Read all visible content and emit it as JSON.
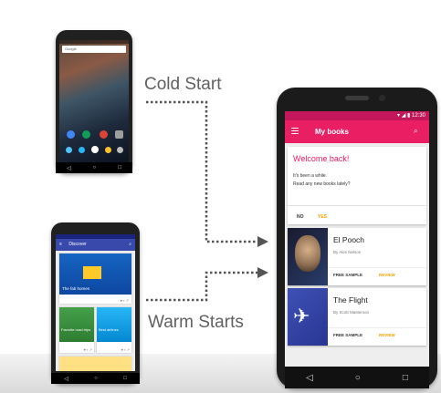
{
  "labels": {
    "cold_start": "Cold Start",
    "warm_starts": "Warm Starts"
  },
  "colors": {
    "accent_pink": "#e91e63",
    "dark_pink": "#c2185b",
    "action_yellow": "#f4a300",
    "discover_blue": "#3949ab",
    "label_gray": "#616161"
  },
  "phone_cold": {
    "search_placeholder": "Google",
    "icons": [
      "google-icon",
      "phone-icon",
      "apps-icon",
      "messages-icon",
      "chrome-icon",
      "camera-icon"
    ]
  },
  "phone_warm": {
    "title": "Discover",
    "cards": [
      {
        "title": "The fab homes"
      },
      {
        "title": "Favorite road trips"
      },
      {
        "title": "Best airlines"
      }
    ]
  },
  "phone_books": {
    "status_time": "12:30",
    "title": "My books",
    "welcome": {
      "title": "Welcome back!",
      "line1": "It's been a while.",
      "line2": "Read any new books lately?",
      "no_label": "NO",
      "yes_label": "YES"
    },
    "books": [
      {
        "title": "El Pooch",
        "author": "By Alex Nelson",
        "sample_label": "FREE SAMPLE",
        "review_label": "REVIEW"
      },
      {
        "title": "The Flight",
        "author": "By Scott Masterson",
        "sample_label": "FREE SAMPLE",
        "review_label": "REVIEW"
      }
    ]
  }
}
